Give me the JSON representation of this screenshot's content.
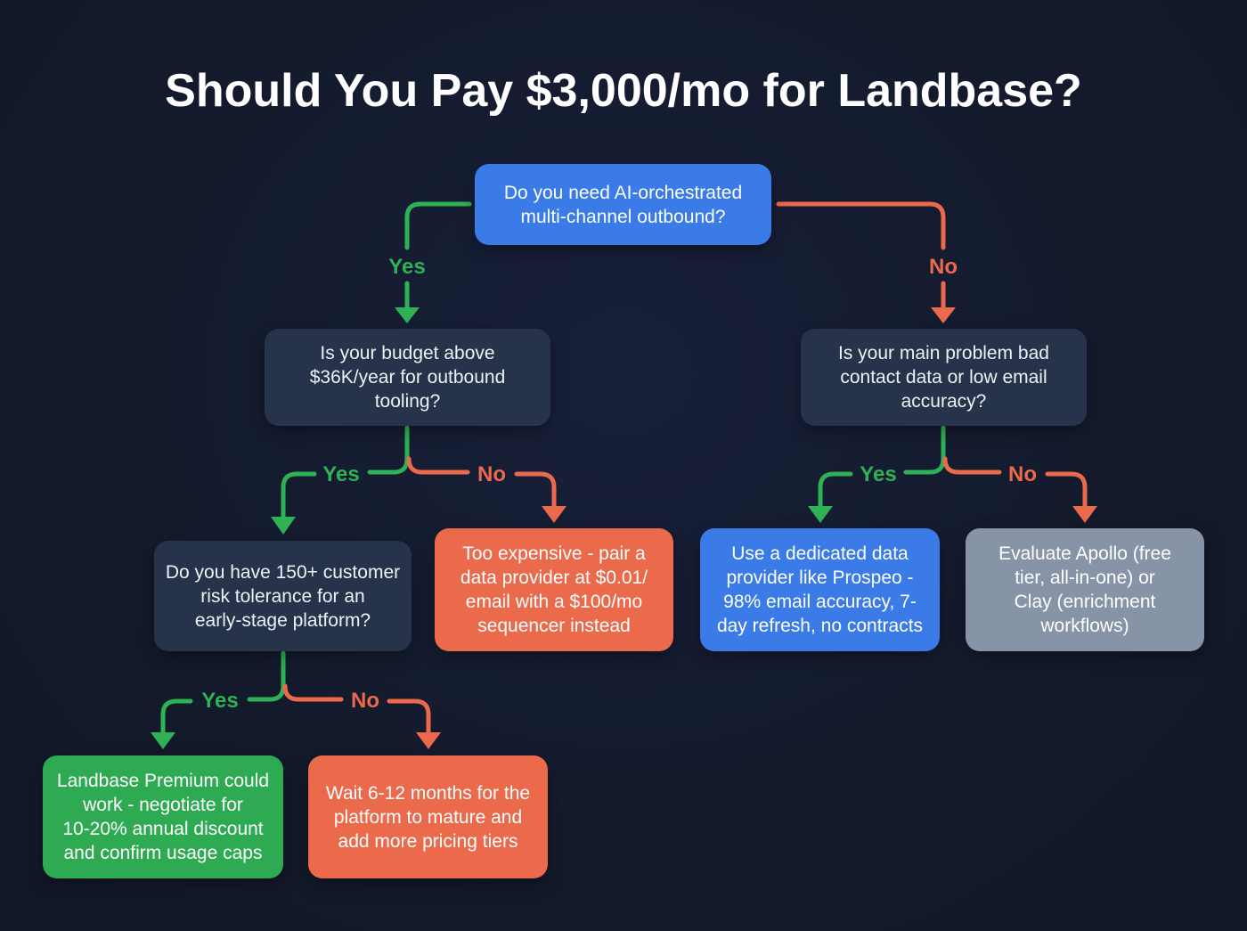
{
  "title": "Should You Pay $3,000/mo for Landbase?",
  "colors": {
    "background": "#141a2c",
    "yes": "#2fb155",
    "no": "#ec6a4c",
    "question_primary": "#3a7be8",
    "question_secondary": "#27334a",
    "outcome_red": "#ec6a4c",
    "outcome_blue": "#3a7be8",
    "outcome_green": "#2eaa52",
    "outcome_gray": "#8793a6"
  },
  "nodes": {
    "q1": "Do you need AI-orchestrated\nmulti-channel outbound?",
    "q2": "Is your budget above\n$36K/year for outbound\ntooling?",
    "q3": "Is your main problem bad\ncontact data or low email\naccuracy?",
    "q4": "Do you have 150+ customer\nrisk tolerance for an\nearly-stage platform?",
    "o_too_expensive": "Too expensive - pair a\ndata provider at $0.01/\nemail with a $100/mo\nsequencer instead",
    "o_data_provider": "Use a dedicated data\nprovider like Prospeo -\n98% email accuracy, 7-\nday refresh, no contracts",
    "o_evaluate": "Evaluate Apollo (free\ntier, all-in-one) or\nClay (enrichment\nworkflows)",
    "o_premium": "Landbase Premium could\nwork - negotiate for\n10-20% annual discount\nand confirm usage caps",
    "o_wait": "Wait 6-12 months for the\nplatform to mature and\nadd more pricing tiers"
  },
  "edges": [
    {
      "from": "q1",
      "to": "q2",
      "label": "Yes"
    },
    {
      "from": "q1",
      "to": "q3",
      "label": "No"
    },
    {
      "from": "q2",
      "to": "q4",
      "label": "Yes"
    },
    {
      "from": "q2",
      "to": "o_too_expensive",
      "label": "No"
    },
    {
      "from": "q3",
      "to": "o_data_provider",
      "label": "Yes"
    },
    {
      "from": "q3",
      "to": "o_evaluate",
      "label": "No"
    },
    {
      "from": "q4",
      "to": "o_premium",
      "label": "Yes"
    },
    {
      "from": "q4",
      "to": "o_wait",
      "label": "No"
    }
  ],
  "labels": {
    "yes": "Yes",
    "no": "No"
  }
}
